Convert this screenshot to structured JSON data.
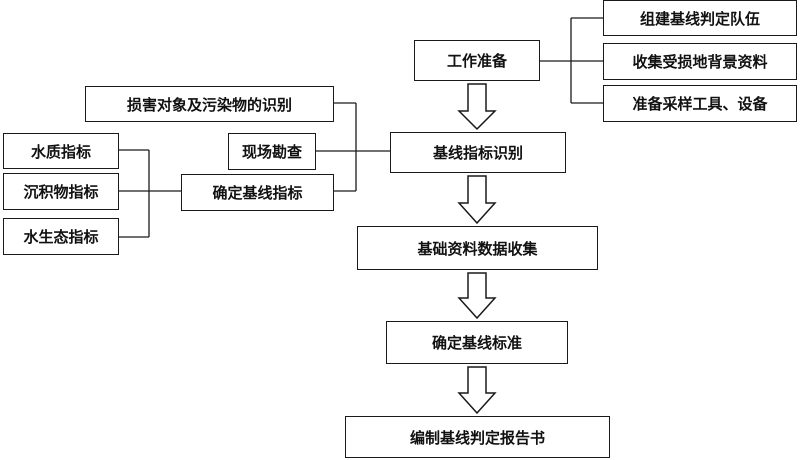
{
  "diagram": {
    "main_flow": {
      "work_prep": "工作准备",
      "baseline_id": "基线指标识别",
      "data_collect": "基础资料数据收集",
      "determine_std": "确定基线标准",
      "compile_report": "编制基线判定报告书"
    },
    "prep_tasks": {
      "team": "组建基线判定队伍",
      "background": "收集受损地背景资料",
      "tools": "准备采样工具、设备"
    },
    "identification_inputs": {
      "damage_object": "损害对象及污染物的识别",
      "site_survey": "现场勘查",
      "determine_indicators": "确定基线指标"
    },
    "indicators": {
      "water_quality": "水质指标",
      "sediment": "沉积物指标",
      "aquatic_life": "水生态指标"
    }
  }
}
